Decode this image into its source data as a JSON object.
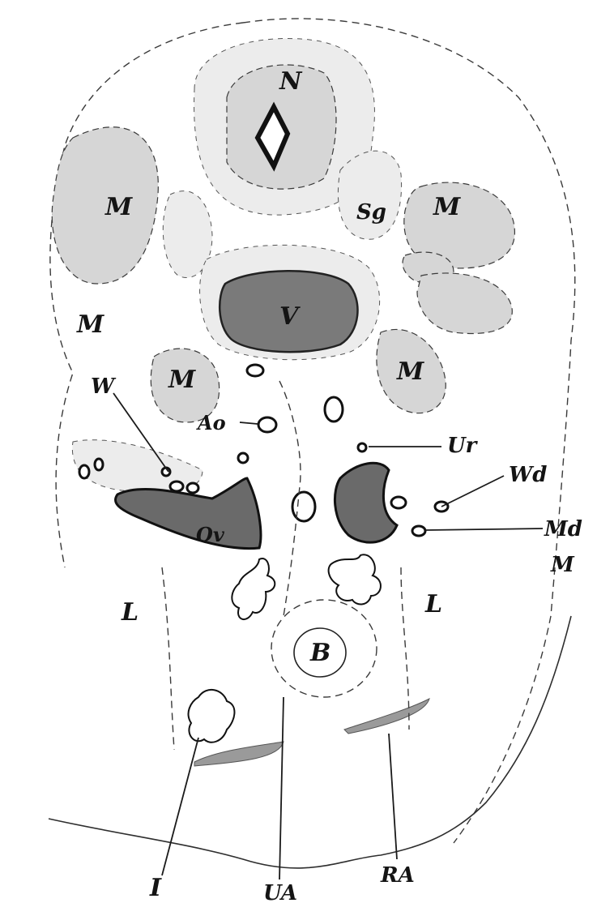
{
  "labels": {
    "n": "N",
    "m_left_upper": "M",
    "m_right_upper": "M",
    "m_left_lower": "M",
    "m_center_left": "M",
    "m_center_right": "M",
    "m_right_lower": "M",
    "sg": "Sg",
    "v": "V",
    "w": "W",
    "ao": "Ao",
    "ur": "Ur",
    "wd": "Wd",
    "md": "Md",
    "ov": "Ov",
    "l_left": "L",
    "l_right": "L",
    "b": "B",
    "i": "I",
    "ua": "UA",
    "ra": "RA"
  }
}
